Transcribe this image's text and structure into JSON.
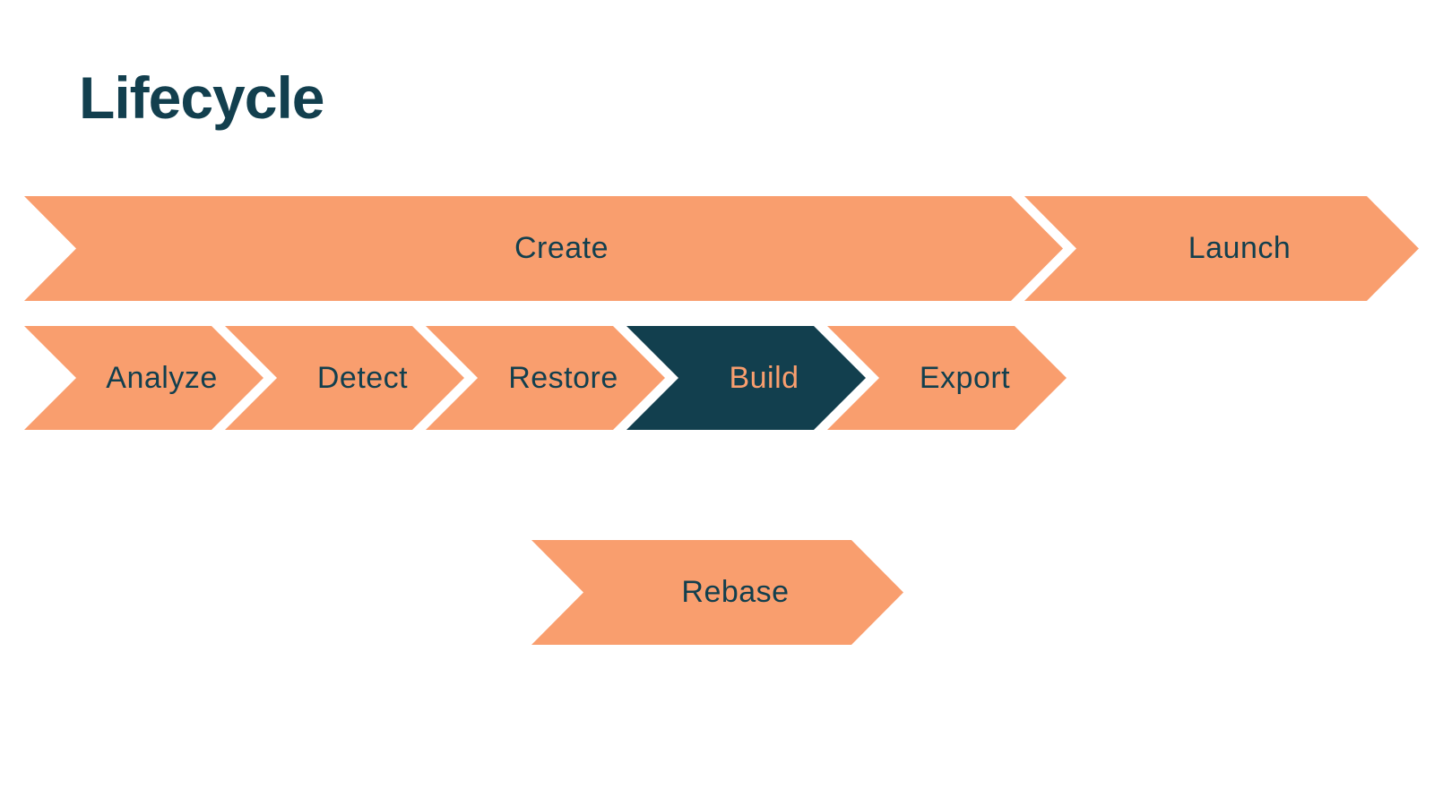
{
  "title": {
    "text": "Lifecycle"
  },
  "colors": {
    "accent_orange": "#F99E6E",
    "dark_teal": "#123F4E",
    "background": "#FFFFFF"
  },
  "diagram": {
    "type": "process-flow-chevrons",
    "rows": [
      {
        "id": "top-flow",
        "steps": [
          {
            "label": "Create",
            "style": "orange"
          },
          {
            "label": "Launch",
            "style": "orange"
          }
        ]
      },
      {
        "id": "middle-flow",
        "steps": [
          {
            "label": "Analyze",
            "style": "orange"
          },
          {
            "label": "Detect",
            "style": "orange"
          },
          {
            "label": "Restore",
            "style": "orange"
          },
          {
            "label": "Build",
            "style": "dark"
          },
          {
            "label": "Export",
            "style": "orange"
          }
        ]
      },
      {
        "id": "bottom-flow",
        "steps": [
          {
            "label": "Rebase",
            "style": "orange"
          }
        ]
      }
    ]
  }
}
